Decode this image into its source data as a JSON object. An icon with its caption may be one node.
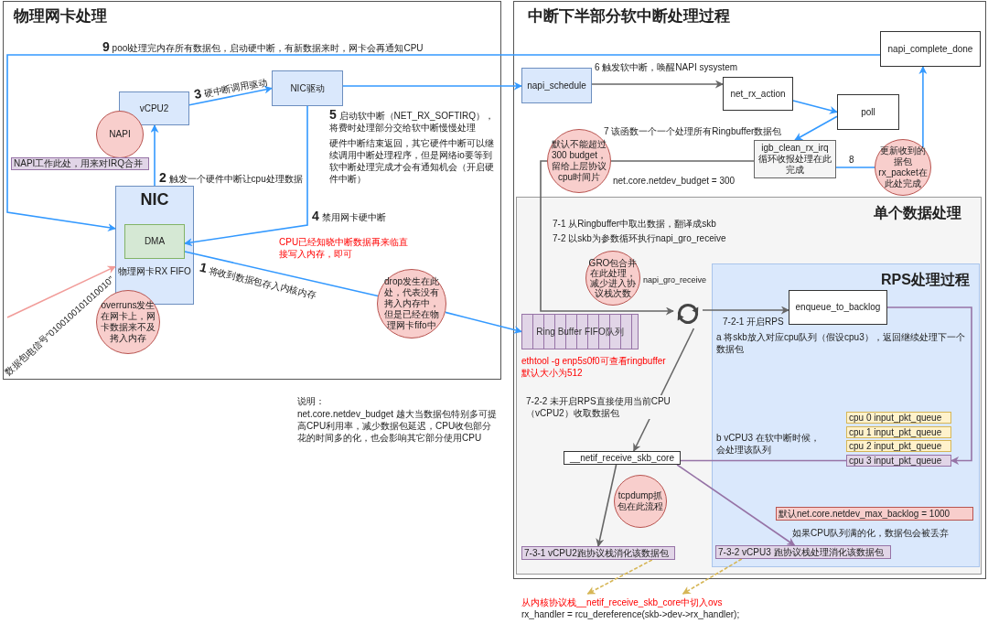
{
  "diagram": {
    "nodes": [
      {
        "text": [
          "物理网卡处理"
        ]
      },
      {
        "text": [
          "vCPU2"
        ],
        "in": 0
      },
      {
        "text": [
          "NAPI"
        ],
        "in": 0
      },
      {
        "text": [
          "NAPI工作此处，用来对IRQ合并"
        ],
        "in": 0
      },
      {
        "text": [
          "NIC",
          "物理网卡RX FIFO"
        ],
        "in": 0
      },
      {
        "text": [
          "DMA"
        ],
        "in": 4
      },
      {
        "text": [
          "overruns发生在网卡上，网卡数据来不及拷入内存"
        ],
        "in": 0
      },
      {
        "text": [
          "NIC驱动"
        ],
        "in": 0
      },
      {
        "text": [
          "drop发生在此处，代表没有拷入内存中，但是已经在物理网卡fifo中"
        ],
        "in": 0
      },
      {
        "text": [
          "中断下半部分软中断处理过程"
        ]
      },
      {
        "text": [
          "napi_schedule"
        ],
        "in": 9
      },
      {
        "text": [
          "net_rx_action"
        ],
        "in": 9
      },
      {
        "text": [
          "poll"
        ],
        "in": 9
      },
      {
        "text": [
          "napi_complete_done"
        ],
        "in": 9
      },
      {
        "text": [
          "默认不能超过300 budget，留给上层协议cpu时间片"
        ],
        "in": 9
      },
      {
        "text": [
          "igb_clean_rx_irq 循环收报处理在此完成"
        ],
        "in": 9
      },
      {
        "text": [
          "更新收到的据包rx_packet在此处完成"
        ],
        "in": 9
      },
      {
        "text": [
          "单个数据处理"
        ],
        "in": 9
      },
      {
        "text": [
          "Ring Buffer FIFO队列"
        ],
        "in": 17
      },
      {
        "text": [
          "GRO包合并在此处理，减少进入协议栈次数"
        ],
        "beside": [
          "napi_gro_receive"
        ],
        "in": 17
      },
      {
        "text": [],
        "shape": "picture",
        "in": 17
      },
      {
        "text": [
          "RPS处理过程"
        ],
        "in": 17
      },
      {
        "text": [
          "enqueue_to_backlog"
        ],
        "in": 21
      },
      {
        "text": [
          "cpu 0 input_pkt_queue"
        ],
        "in": 21
      },
      {
        "text": [
          "cpu 1 input_pkt_queue"
        ],
        "in": 21
      },
      {
        "text": [
          "cpu 2 input_pkt_queue"
        ],
        "in": 21
      },
      {
        "text": [
          "cpu 3 input_pkt_queue"
        ],
        "in": 21
      },
      {
        "text": [
          "__netif_receive_skb_core"
        ],
        "in": 17
      },
      {
        "text": [
          "tcpdump抓包在此流程"
        ],
        "in": 17
      },
      {
        "text": [
          "默认net.core.netdev_max_backlog = 1000"
        ],
        "in": 21
      },
      {
        "text": [
          "7-3-1 vCPU2跑协议栈消化该数据包"
        ],
        "in": 17
      },
      {
        "text": [
          "7-3-2 vCPU3 跑协议栈处理消化该数据包"
        ],
        "in": 21
      },
      {
        "text": [
          "从内核协议栈__netif_receive_skb_core中切入ovs",
          "rx_handler = rcu_dereference(skb->dev->rx_handler);"
        ]
      }
    ],
    "edges": [
      {
        "from": null,
        "to": 4,
        "arrow": "to",
        "label": "数据包电信号\"0100100101010010\"",
        "color": "#f19c99"
      },
      {
        "from": 4,
        "to": 1,
        "arrow": "to",
        "label": "**2** 触发一个硬件中断让cpu处理数据"
      },
      {
        "from": 1,
        "to": 7,
        "arrow": "to",
        "label": "**3** 硬中断调用驱动"
      },
      {
        "from": 7,
        "to": 5,
        "arrow": "to",
        "label": "**4** 禁用网卡硬中断"
      },
      {
        "from": 5,
        "to": 8,
        "arrow": "none",
        "label": "**1** 将收到数据包存入内核内存"
      },
      {
        "from": 8,
        "to": 18,
        "arrow": "to"
      },
      {
        "from": 7,
        "to": 10,
        "arrow": "to",
        "label": "**5** 启动软中断（NET_RX_SOFTIRQ），将费时处理部分交给软中断慢慢处理"
      },
      {
        "from": 13,
        "to": 4,
        "arrow": "to",
        "label": "**9** pool处理完内存所有数据包，启动硬中断，有新数据来时，网卡会再通知CPU"
      },
      {
        "from": 10,
        "to": 11,
        "arrow": "to",
        "label": "6 触发软中断，唤醒NAPI sysystem",
        "color": "#666666"
      },
      {
        "from": 11,
        "to": 12,
        "arrow": "to"
      },
      {
        "from": 12,
        "to": 15,
        "arrow": "to"
      },
      {
        "from": 15,
        "to": 16,
        "arrow": "none",
        "label": "8"
      },
      {
        "from": 16,
        "to": 13,
        "arrow": "to"
      },
      {
        "from": 15,
        "to": 14,
        "arrow": "none",
        "color": "#666666"
      },
      {
        "from": 14,
        "to": 20,
        "arrow": "to",
        "color": "#666666"
      },
      {
        "from": 20,
        "to": 22,
        "arrow": "to",
        "label": "7-2-1 开启RPS",
        "color": "#666666"
      },
      {
        "from": 22,
        "to": 26,
        "arrow": "to",
        "color": "#9673a6"
      },
      {
        "from": 26,
        "to": 27,
        "arrow": "none",
        "label": "b vCPU3 在软中断时候，会处理该队列",
        "color": "#9673a6"
      },
      {
        "from": 27,
        "to": 31,
        "arrow": "to",
        "color": "#9673a6"
      },
      {
        "from": 20,
        "to": 27,
        "arrow": "to",
        "label": "7-2-2 未开启RPS直接使用当前CPU（vCPU2）收取数据包",
        "color": "#666666"
      },
      {
        "from": 27,
        "to": 30,
        "arrow": "to",
        "color": "#666666"
      },
      {
        "from": 30,
        "to": 32,
        "arrow": "to",
        "style": "dashed",
        "color": "#d6b656"
      },
      {
        "from": 31,
        "to": 32,
        "arrow": "to",
        "style": "dashed",
        "color": "#d6b656"
      }
    ],
    "labels": [
      "硬件中断结束返回，其它硬件中断可以继续调用中断处理程序，但是网络io要等到软中断处理完成才会有通知机会（开启硬件中断）",
      "CPU已经知晓中断数据再来临直接写入内存，即可",
      "7 该函数一个一个处理所有Ringbuffer数据包",
      "net.core.netdev_budget = 300",
      "7-1 从Ringbuffer中取出数据，翻译成skb",
      "7-2 以skb为参数循环执行napi_gro_receive",
      "a 将skb放入对应cpu队列（假设cpu3），返回继续处理下一个数据包",
      "ethtool -g enp5s0f0可查看ringbuffer默认大小为512",
      "说明：",
      "net.core.netdev_budget 越大当数据包特别多可提高CPU利用率，减少数据包延迟，CPU收包部分花的时间多的化，也会影响其它部分使用CPU",
      "如果CPU队列满的化，数据包会被丢弃"
    ]
  }
}
